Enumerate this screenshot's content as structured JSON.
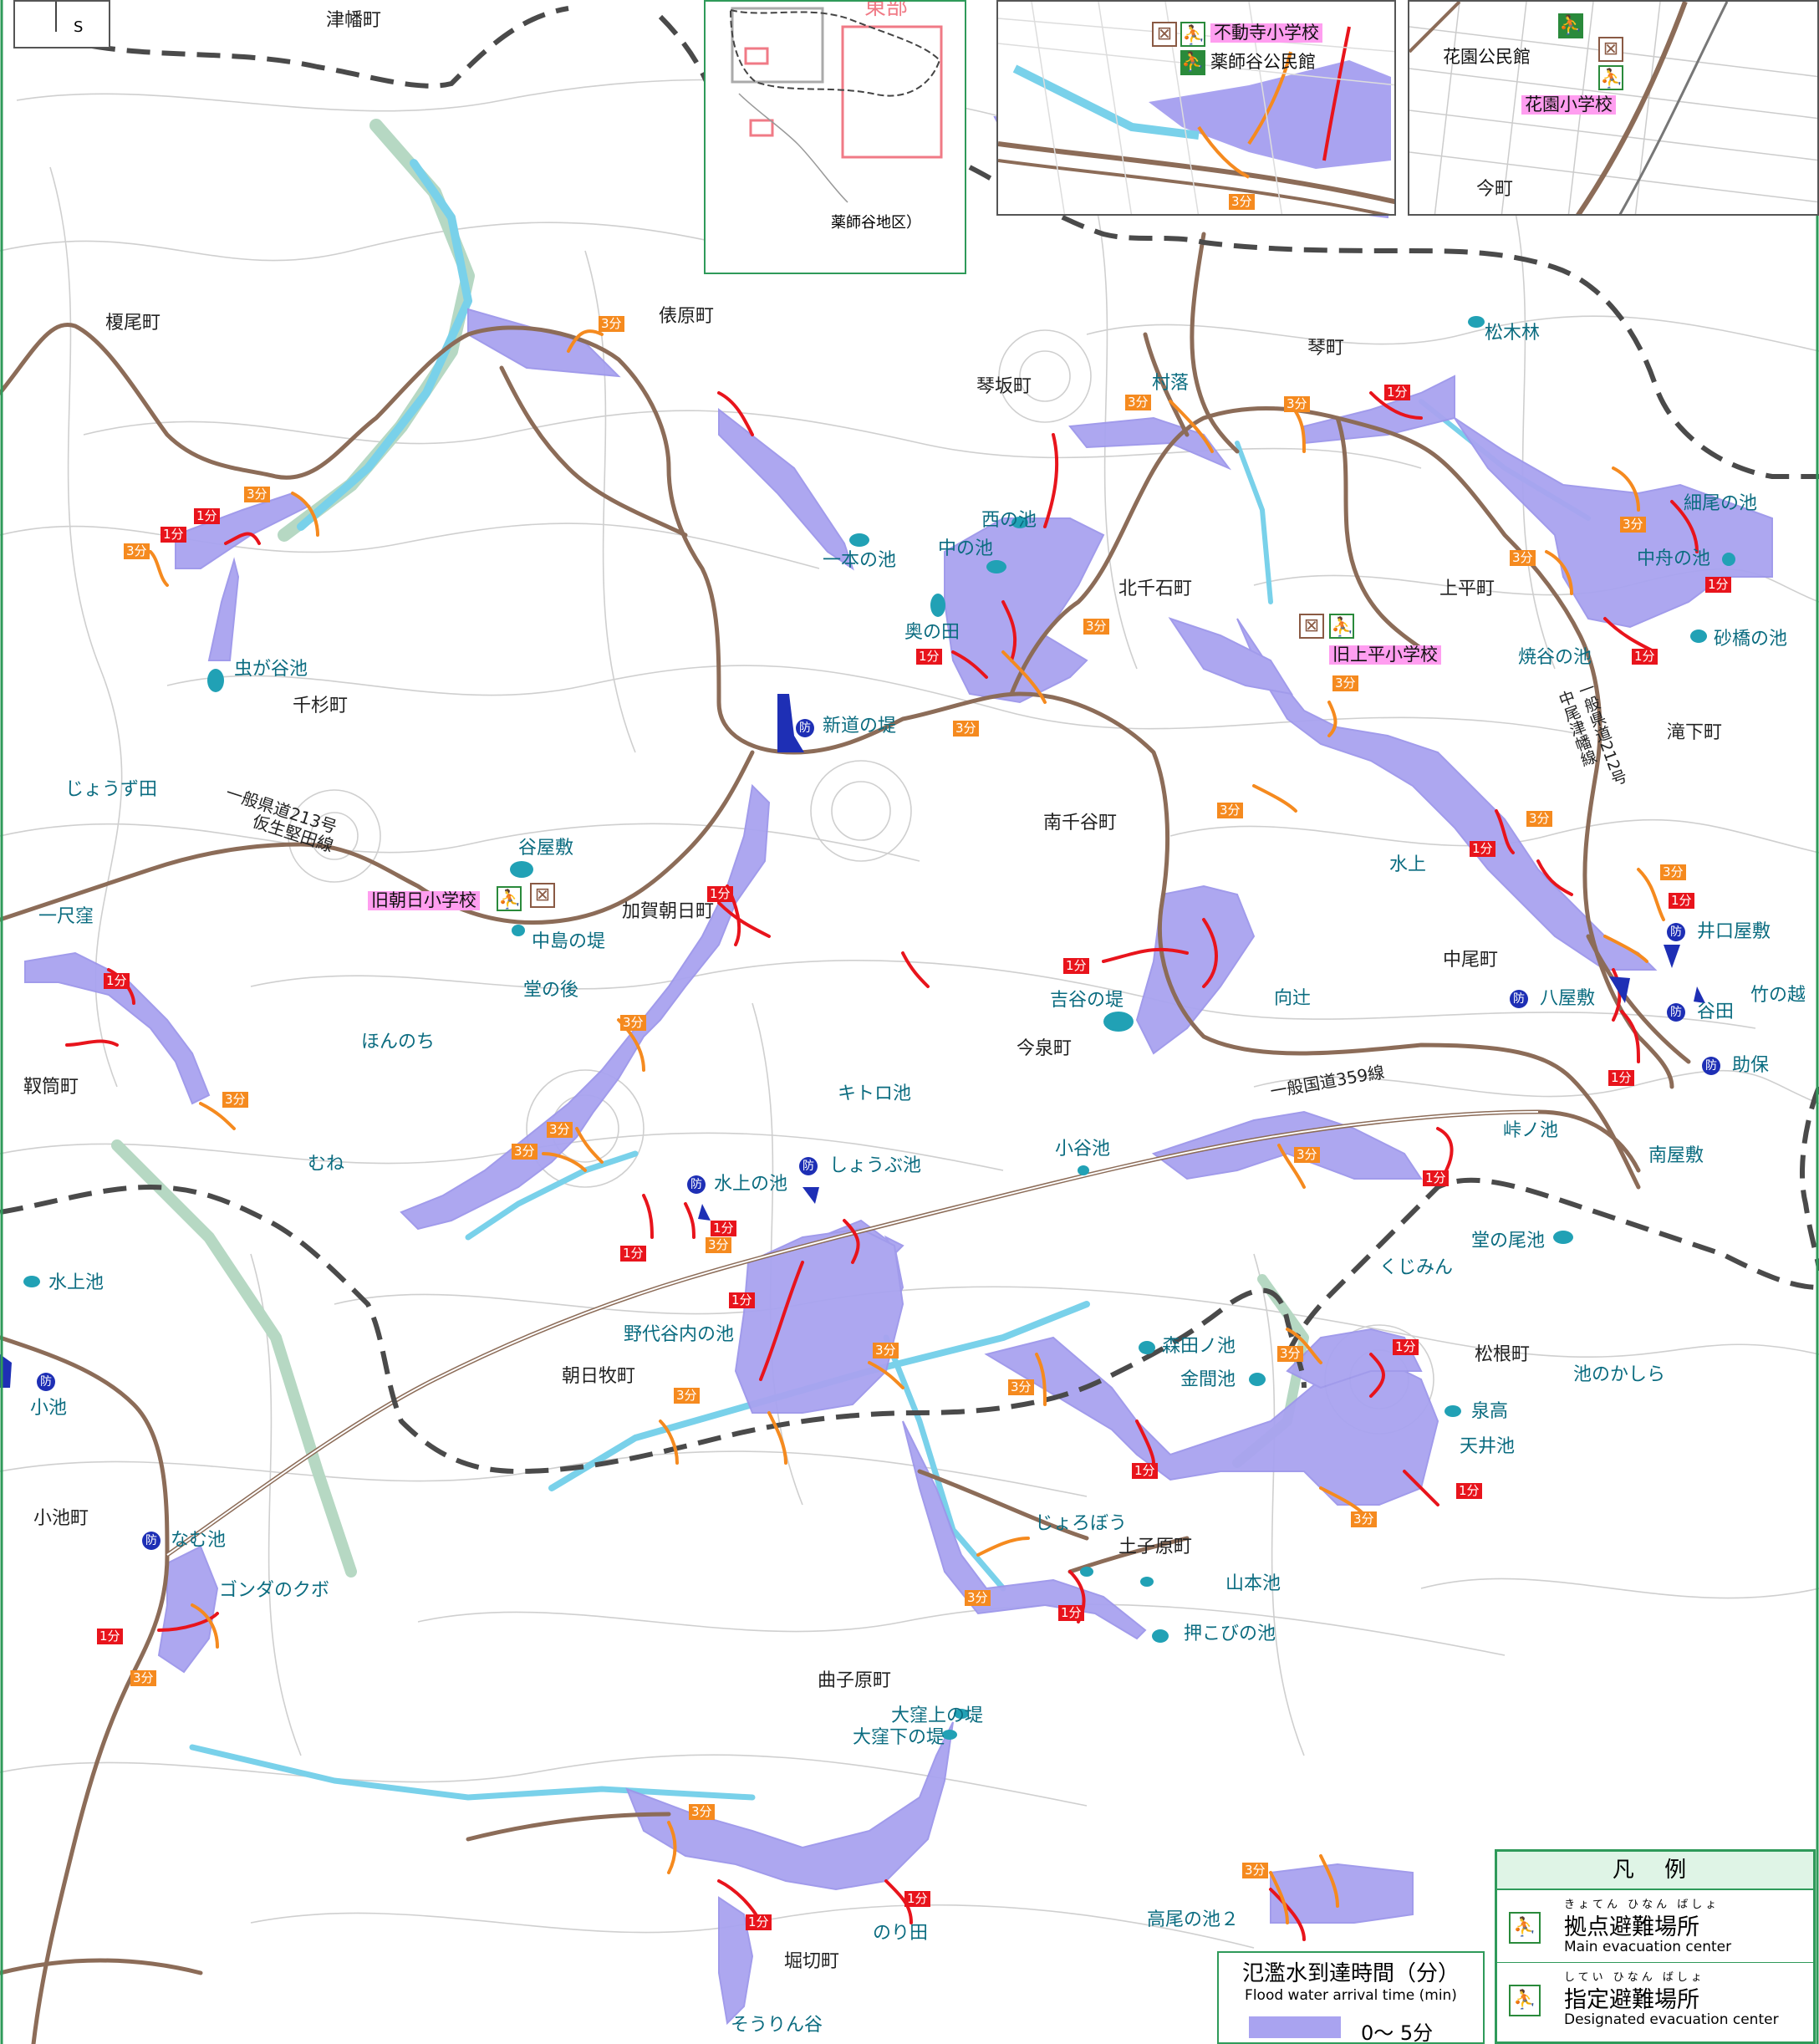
{
  "colors": {
    "flood": "#a9a3f0",
    "river": "#79d1ea",
    "river_green": "#b6d8c3",
    "road": "#8c6c58",
    "contour": "#c8c8c8",
    "boundary": "#4a4a4a",
    "line_1min": "#e8141c",
    "line_3min": "#f58a1f",
    "bou_marker": "#1e2fb5",
    "pond": "#21a1b5",
    "school_bg": "#ff9ef0",
    "legend_border": "#2f9a5a"
  },
  "compass": {
    "label": "S"
  },
  "towns": [
    {
      "id": "tsubata",
      "text": "津幡町"
    },
    {
      "id": "enoki",
      "text": "榎尾町"
    },
    {
      "id": "tawara",
      "text": "俵原町"
    },
    {
      "id": "kotosaka",
      "text": "琴坂町"
    },
    {
      "id": "koto",
      "text": "琴町"
    },
    {
      "id": "kamihira",
      "text": "上平町"
    },
    {
      "id": "kitasengoku",
      "text": "北千石町"
    },
    {
      "id": "senjiku",
      "text": "千杉町"
    },
    {
      "id": "minamisengoku",
      "text": "南千谷町"
    },
    {
      "id": "kagaasahi",
      "text": "加賀朝日町"
    },
    {
      "id": "utsubo",
      "text": "靫筒町"
    },
    {
      "id": "imaizumi",
      "text": "今泉町"
    },
    {
      "id": "nakao",
      "text": "中尾町"
    },
    {
      "id": "takishita",
      "text": "滝下町"
    },
    {
      "id": "asahimaki",
      "text": "朝日牧町"
    },
    {
      "id": "koike",
      "text": "小池町"
    },
    {
      "id": "matsune",
      "text": "松根町"
    },
    {
      "id": "tsuchikobara",
      "text": "土子原町"
    },
    {
      "id": "magarikobara",
      "text": "曲子原町"
    },
    {
      "id": "horikiri",
      "text": "堀切町"
    },
    {
      "id": "imamachi",
      "text": "今町"
    },
    {
      "id": "yakushidanchiku",
      "text": "薬師谷地区）"
    },
    {
      "id": "mura",
      "text": "村落"
    },
    {
      "id": "minamiyashiki",
      "text": "南屋敷"
    },
    {
      "id": "kujimin",
      "text": "くじみん"
    },
    {
      "id": "ikenokashira",
      "text": "池のかしら"
    },
    {
      "id": "mizukami",
      "text": "水上"
    },
    {
      "id": "mukaitsuji",
      "text": "向辻"
    },
    {
      "id": "honnochi",
      "text": "ほんのち"
    },
    {
      "id": "mune",
      "text": "むね"
    },
    {
      "id": "jouzuta",
      "text": "じょうず田"
    },
    {
      "id": "ishakubo",
      "text": "一尺窪"
    },
    {
      "id": "taniyashiki",
      "text": "谷屋敷"
    },
    {
      "id": "jorobou",
      "text": "じょろぼう"
    },
    {
      "id": "takechikoshi",
      "text": "竹の越"
    },
    {
      "id": "sensoka",
      "text": "泉高"
    },
    {
      "id": "norita",
      "text": "のり田"
    },
    {
      "id": "sourindani",
      "text": "そうりん谷"
    },
    {
      "id": "matsukibayashi",
      "text": "松木林"
    },
    {
      "id": "gondanokubo",
      "text": "ゴンダのクボ"
    }
  ],
  "ponds": [
    {
      "id": "ipponnoike",
      "text": "一本の池"
    },
    {
      "id": "nishinoike",
      "text": "西の池"
    },
    {
      "id": "nakanoike",
      "text": "中の池"
    },
    {
      "id": "okunota",
      "text": "奥の田"
    },
    {
      "id": "mushigatani",
      "text": "虫が谷池"
    },
    {
      "id": "shindo",
      "text": "新道の堤"
    },
    {
      "id": "hosoo",
      "text": "細尾の池"
    },
    {
      "id": "nakafune",
      "text": "中舟の池"
    },
    {
      "id": "sunabashi",
      "text": "砂橋の池"
    },
    {
      "id": "yakigaya",
      "text": "焼谷の池"
    },
    {
      "id": "iguchi",
      "text": "井口屋敷"
    },
    {
      "id": "hachiya",
      "text": "八屋敷"
    },
    {
      "id": "tanida",
      "text": "谷田"
    },
    {
      "id": "sukeyasu",
      "text": "助保"
    },
    {
      "id": "yoshitani",
      "text": "吉谷の堤"
    },
    {
      "id": "nakajima",
      "text": "中島の堤"
    },
    {
      "id": "dounoato",
      "text": "堂の後"
    },
    {
      "id": "kitoro",
      "text": "キトロ池"
    },
    {
      "id": "mizukaminoike",
      "text": "水上の池"
    },
    {
      "id": "shoubu",
      "text": "しょうぶ池"
    },
    {
      "id": "koyaike",
      "text": "小谷池"
    },
    {
      "id": "tougenoike",
      "text": "峠ノ池"
    },
    {
      "id": "dounoo",
      "text": "堂の尾池"
    },
    {
      "id": "nodaiuchi",
      "text": "野代谷内の池"
    },
    {
      "id": "morita",
      "text": "森田ノ池"
    },
    {
      "id": "kanama",
      "text": "金間池"
    },
    {
      "id": "tenjo",
      "text": "天井池"
    },
    {
      "id": "yamamoto",
      "text": "山本池"
    },
    {
      "id": "oshikobi",
      "text": "押こびの池"
    },
    {
      "id": "mizukamiike",
      "text": "水上池"
    },
    {
      "id": "koikepond",
      "text": "小池"
    },
    {
      "id": "namuike",
      "text": "なむ池"
    },
    {
      "id": "okubokami",
      "text": "大窪上の堤"
    },
    {
      "id": "okuboshimo",
      "text": "大窪下の堤"
    },
    {
      "id": "takao2",
      "text": "高尾の池２"
    }
  ],
  "roads": [
    {
      "id": "r213",
      "text": "一般県道213号"
    },
    {
      "id": "r213b",
      "text": "仮生堅田線"
    },
    {
      "id": "r359",
      "text": "一般国道359線"
    },
    {
      "id": "r212",
      "text": "一般県道212号"
    },
    {
      "id": "r212b",
      "text": "中尾津幡線"
    }
  ],
  "schools": [
    {
      "id": "kyuasahi",
      "text": "旧朝日小学校"
    },
    {
      "id": "kyukamihira",
      "text": "旧上平小学校"
    },
    {
      "id": "fudouji",
      "text": "不動寺小学校"
    },
    {
      "id": "hanazono",
      "text": "花園小学校"
    }
  ],
  "centers": [
    {
      "id": "yakushidani",
      "text": "薬師谷公民館"
    },
    {
      "id": "hanazonoc",
      "text": "花園公民館"
    }
  ],
  "markers": {
    "bou": "防",
    "one_min": "1分",
    "three_min": "3分",
    "sign_main": "⛹",
    "sign_designated": "⛹",
    "sign_welfare": "⊠"
  },
  "inset": {
    "east_label": "東部"
  },
  "legend": {
    "title": "凡 例",
    "items": [
      {
        "ruby": "きょてん ひなん ばしょ",
        "label": "拠点避難場所",
        "en": "Main evacuation center"
      },
      {
        "ruby": "してい ひなん ばしょ",
        "label": "指定避難場所",
        "en": "Designated evacuation center"
      }
    ]
  },
  "arrival": {
    "title": "氾濫水到達時間（分）",
    "en": "Flood water arrival time (min)",
    "value": "0～ 5分"
  }
}
